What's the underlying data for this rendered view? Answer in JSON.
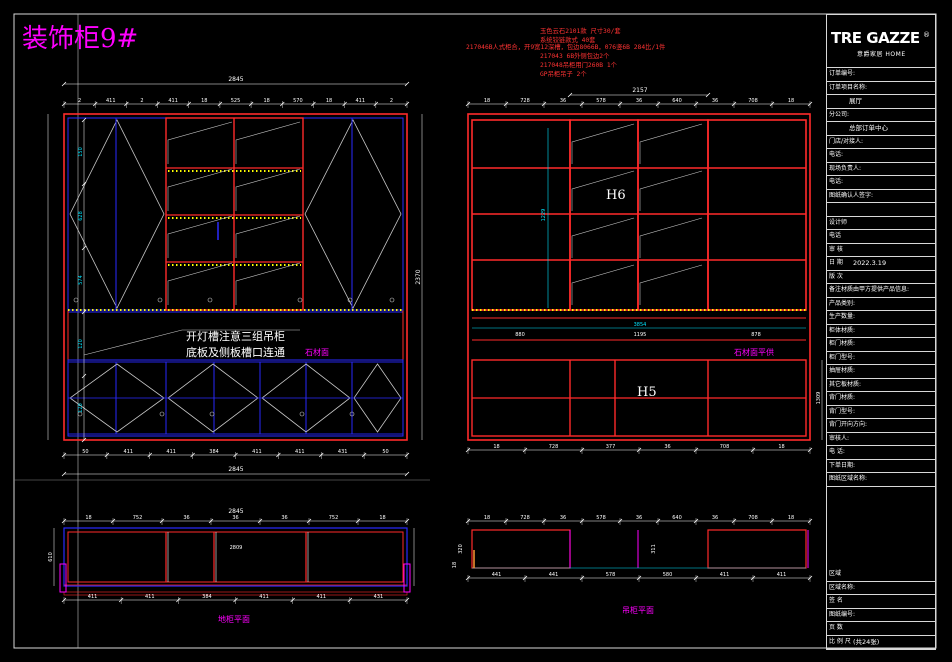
{
  "title": "装饰柜9#",
  "colors": {
    "frame": "#ff2a2a",
    "blue": "#2a2aff",
    "cyan": "#00e5ff",
    "grey": "#c8c8c8",
    "magenta": "#ff00ff",
    "yellow": "#ffff00",
    "green": "#00ff66",
    "white": "#ffffff"
  },
  "notes": [
    "玉色云石2101款 尺寸30/套",
    "系统铰链款式 40套",
    "217046B人式柜合，开9宽12深槽，包边8066B，076竖6B 284比/1件",
    "217043  6B外侧包边2个",
    "217048吊柜用门260B  1个",
    "GP吊柜吊子  2个"
  ],
  "labels": {
    "note_line1": "开灯槽注意三组吊柜",
    "note_line2": "底板及侧板槽口连通",
    "stone_left": "石材面",
    "stone_right": "石材面平供",
    "h6": "H6",
    "h5": "H5",
    "plan_left": "地柜平面",
    "plan_right": "吊柜平面"
  },
  "dims": {
    "left_top_total": "2845",
    "left_top_segments": [
      "2",
      "411",
      "2",
      "411",
      "18",
      "525",
      "18",
      "570",
      "18",
      "411",
      "2"
    ],
    "left_bottom_segments": [
      "50",
      "411",
      "411",
      "384",
      "411",
      "411",
      "431",
      "50"
    ],
    "left_bottom_total": "2845",
    "left_height": "2370",
    "left_vertical": [
      "150",
      "628",
      "574",
      "120",
      "120"
    ],
    "right_top_total": "2157",
    "right_top_segments": [
      "18",
      "728",
      "36",
      "578",
      "36",
      "640",
      "36",
      "708",
      "18"
    ],
    "right_mid": [
      "3854",
      "880",
      "1195",
      "878"
    ],
    "right_vertical": [
      "1229",
      "1309"
    ],
    "right_bottom_segments": [
      "18",
      "728",
      "377",
      "36",
      "708",
      "18"
    ],
    "plan_left_total": "2845",
    "plan_left_top": [
      "18",
      "752",
      "36",
      "36",
      "36",
      "752",
      "18"
    ],
    "plan_left_inner": "2809",
    "plan_left_bottom": [
      "411",
      "411",
      "384",
      "411",
      "411",
      "431"
    ],
    "plan_left_side": "610",
    "plan_right_top": [
      "18",
      "728",
      "36",
      "578",
      "36",
      "640",
      "36",
      "708",
      "18"
    ],
    "plan_right_bottom": [
      "441",
      "441",
      "578",
      "580",
      "411",
      "411"
    ],
    "plan_right_side": [
      "320",
      "311",
      "18"
    ]
  },
  "titleblock": {
    "brand": "TRE GAZZE",
    "brand_sub": "意爵家居 HOME",
    "rows": [
      {
        "k": "订单编号:",
        "v": ""
      },
      {
        "k": "订单项目名称:",
        "v": ""
      },
      {
        "k": "",
        "v": "展厅"
      },
      {
        "k": "分公司:",
        "v": ""
      },
      {
        "k": "",
        "v": "总部订单中心"
      },
      {
        "k": "门店/对接人:",
        "v": ""
      },
      {
        "k": "电话:",
        "v": ""
      },
      {
        "k": "现场负责人:",
        "v": ""
      },
      {
        "k": "电话:",
        "v": ""
      },
      {
        "k": "图纸确认人签字:",
        "v": ""
      },
      {
        "k": "",
        "v": ""
      },
      {
        "k": "设计师",
        "v": ""
      },
      {
        "k": "电话",
        "v": ""
      },
      {
        "k": "审  核",
        "v": ""
      },
      {
        "k": "日  期",
        "v": "2022.3.19"
      },
      {
        "k": "版  次",
        "v": ""
      },
      {
        "k": "备注材质由甲方提供产品信息:",
        "v": ""
      },
      {
        "k": "产品类别:",
        "v": ""
      },
      {
        "k": "生产数量:",
        "v": ""
      },
      {
        "k": "柜体材质:",
        "v": ""
      },
      {
        "k": "柜门材质:",
        "v": ""
      },
      {
        "k": "柜门型号:",
        "v": ""
      },
      {
        "k": "抽屉材质:",
        "v": ""
      },
      {
        "k": "其它板材质:",
        "v": ""
      },
      {
        "k": "背门材质:",
        "v": ""
      },
      {
        "k": "背门型号:",
        "v": ""
      },
      {
        "k": "背门开向方向:",
        "v": ""
      },
      {
        "k": "审核人:",
        "v": ""
      },
      {
        "k": "电  话:",
        "v": ""
      },
      {
        "k": "下单日期:",
        "v": ""
      },
      {
        "k": "图纸区域名称:",
        "v": ""
      }
    ],
    "bottom_rows": [
      {
        "k": "区域",
        "v": ""
      },
      {
        "k": "区域名称:",
        "v": ""
      },
      {
        "k": "签  名",
        "v": ""
      },
      {
        "k": "图纸编号:",
        "v": ""
      },
      {
        "k": "页  数",
        "v": ""
      },
      {
        "k": "比 例 尺",
        "v": "(共24张)"
      }
    ]
  }
}
